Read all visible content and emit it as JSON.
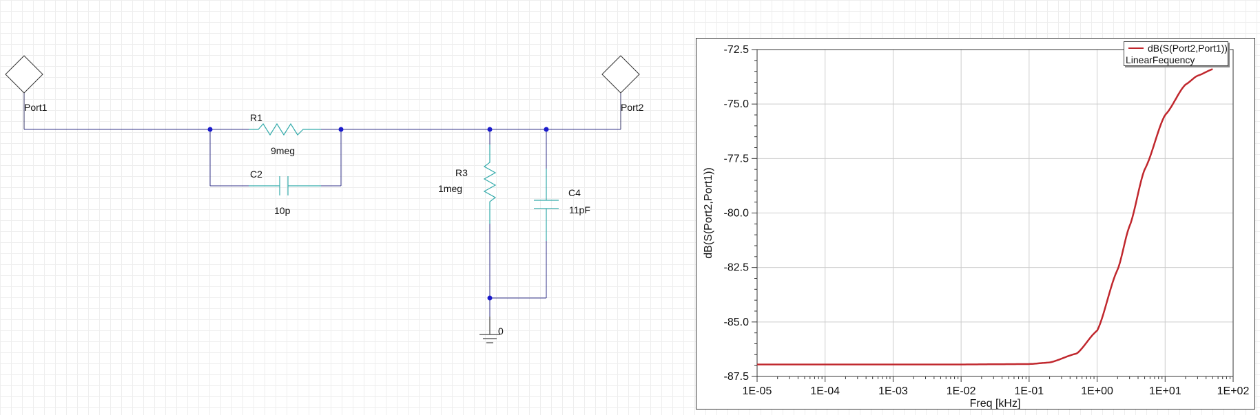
{
  "schematic": {
    "port1_label": "Port1",
    "port2_label": "Port2",
    "r1": {
      "name": "R1",
      "value": "9meg"
    },
    "c2": {
      "name": "C2",
      "value": "10p"
    },
    "r3": {
      "name": "R3",
      "value": "1meg"
    },
    "c4": {
      "name": "C4",
      "value": "11pF"
    },
    "ground_label": "0"
  },
  "chart_data": {
    "type": "line",
    "xlabel": "Freq [kHz]",
    "ylabel": "dB(S(Port2,Port1))",
    "x_scale": "log",
    "xlim": [
      1e-05,
      100
    ],
    "ylim": [
      -87.5,
      -72.5
    ],
    "xticks": [
      "1E-05",
      "1E-04",
      "1E-03",
      "1E-02",
      "1E-01",
      "1E+00",
      "1E+01",
      "1E+02"
    ],
    "yticks": [
      "-72.5",
      "-75.0",
      "-77.5",
      "-80.0",
      "-82.5",
      "-85.0",
      "-87.5"
    ],
    "grid": true,
    "legend_position": "top-right",
    "color": "#c0272d",
    "series": [
      {
        "name": "dB(S(Port2,Port1))",
        "sweep": "LinearFequency",
        "x": [
          1e-05,
          0.0001,
          0.001,
          0.01,
          0.1,
          0.2,
          0.5,
          1,
          2,
          3,
          5,
          10,
          20,
          30,
          50
        ],
        "y": [
          -86.95,
          -86.95,
          -86.95,
          -86.95,
          -86.93,
          -86.86,
          -86.45,
          -85.4,
          -82.6,
          -80.6,
          -78.0,
          -75.5,
          -74.1,
          -73.7,
          -73.4
        ]
      }
    ]
  }
}
